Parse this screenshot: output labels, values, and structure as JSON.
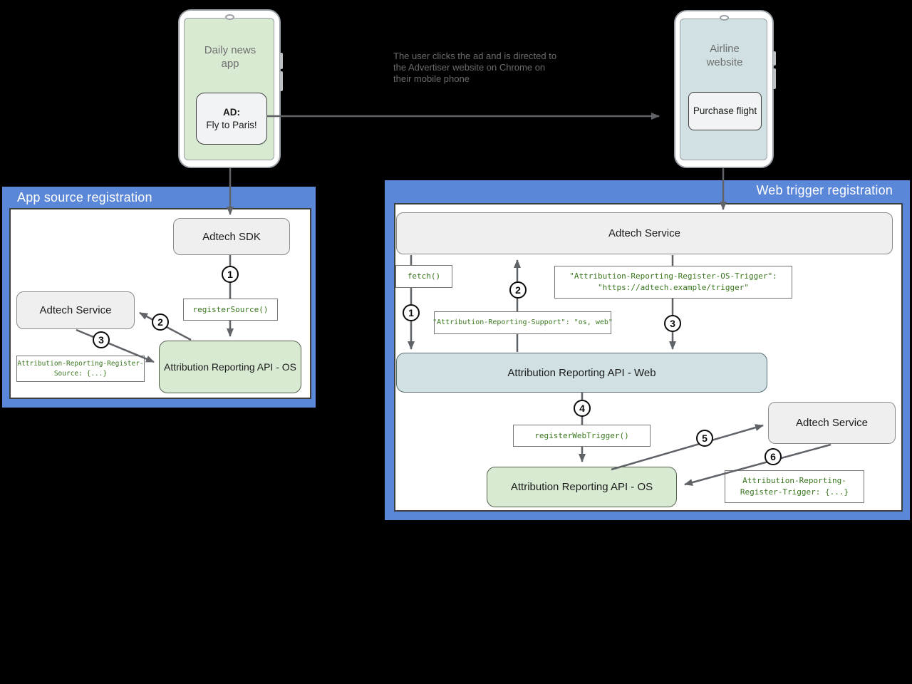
{
  "phones": {
    "left": {
      "app_label": "Daily news app",
      "ad_heading": "AD:",
      "ad_body": "Fly to Paris!"
    },
    "right": {
      "site_label": "Airline website",
      "button_label": "Purchase flight"
    }
  },
  "annotation": {
    "text": "The user clicks the ad and is directed to the Advertiser website on Chrome on their mobile phone"
  },
  "app_source": {
    "title": "App source registration",
    "adtech_sdk": "Adtech SDK",
    "adtech_service": "Adtech Service",
    "attribution_api_os": "Attribution Reporting API - OS",
    "register_source_call": "registerSource()",
    "register_source_header_line1": "Attribution-Reporting-Register-",
    "register_source_header_line2": "Source: {...}",
    "steps": [
      "1",
      "2",
      "3"
    ]
  },
  "web_trigger": {
    "title": "Web trigger registration",
    "adtech_service_top": "Adtech Service",
    "adtech_service_side": "Adtech Service",
    "attribution_api_web": "Attribution Reporting API - Web",
    "attribution_api_os": "Attribution Reporting API - OS",
    "fetch_call": "fetch()",
    "support_header": "\"Attribution-Reporting-Support\": \"os, web\"",
    "os_trigger_header_line1": "\"Attribution-Reporting-Register-OS-Trigger\":",
    "os_trigger_header_line2": "\"https://adtech.example/trigger\"",
    "register_web_trigger_call": "registerWebTrigger()",
    "register_trigger_header_line1": "Attribution-Reporting-",
    "register_trigger_header_line2": "Register-Trigger: {...}",
    "steps": [
      "1",
      "2",
      "3",
      "4",
      "5",
      "6"
    ]
  },
  "colors": {
    "panel_blue": "#5b87d8",
    "node_green": "#d9ead3",
    "node_light_blue": "#d0e0e3",
    "node_gray": "#efefef",
    "code_text_green": "#38761d",
    "arrow_gray": "#5f6368"
  }
}
